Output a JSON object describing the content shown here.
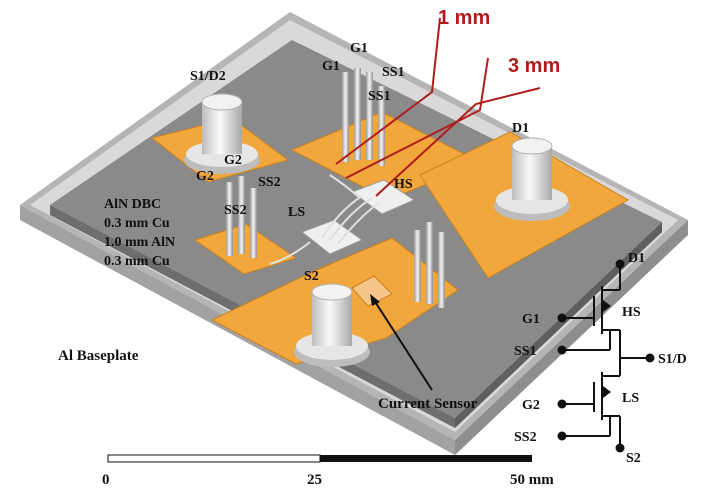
{
  "colors": {
    "base_light": "#d6d6d6",
    "base_dark": "#9a9a9a",
    "ceramic": "#7e7e7e",
    "copper": "#f2a73c",
    "copper_edge": "#c98320",
    "dim_line": "#b01c1c",
    "pin": "#e8e8e8"
  },
  "icons": {
    "terminal_post": "cylinder-terminal-icon",
    "gate_pin": "pin-icon",
    "mosfet": "mosfet-symbol-icon",
    "chip": "die-icon"
  },
  "labels": {
    "s1d2": "S1/D2",
    "d1": "D1",
    "g1_top": "G1",
    "g1_left": "G1",
    "ss1_a": "SS1",
    "ss1_b": "SS1",
    "g2_a": "G2",
    "g2_b": "G2",
    "ss2_a": "SS2",
    "ss2_b": "SS2",
    "hs": "HS",
    "ls": "LS",
    "s2": "S2",
    "current_sensor": "Current Sensor",
    "baseplate": "Al Baseplate"
  },
  "dbc": {
    "title": "AlN DBC",
    "line1": "0.3 mm Cu",
    "line2": "1.0 mm AlN",
    "line3": "0.3 mm Cu"
  },
  "dimensions": {
    "d1": "1 mm",
    "d2": "3 mm"
  },
  "schematic": {
    "d1": "D1",
    "g1": "G1",
    "hs": "HS",
    "ss1": "SS1",
    "s1d": "S1/D",
    "g2": "G2",
    "ls": "LS",
    "ss2": "SS2",
    "s2": "S2"
  },
  "scalebar": {
    "t0": "0",
    "t1": "25",
    "t2": "50 mm"
  }
}
